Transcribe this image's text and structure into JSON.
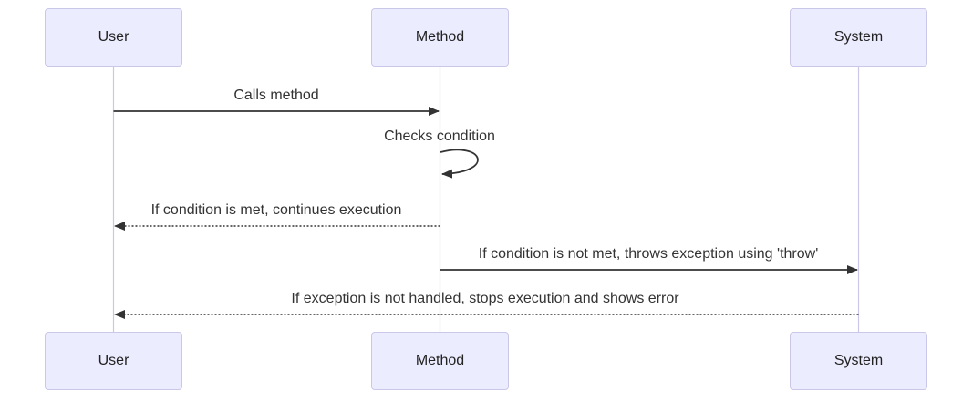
{
  "diagram": {
    "type": "sequence-diagram",
    "actors": [
      {
        "id": "user",
        "label": "User"
      },
      {
        "id": "method",
        "label": "Method"
      },
      {
        "id": "system",
        "label": "System"
      }
    ],
    "messages": [
      {
        "from": "user",
        "to": "method",
        "style": "solid-arrow",
        "label": "Calls method"
      },
      {
        "from": "method",
        "to": "method",
        "style": "self-loop",
        "label": "Checks condition"
      },
      {
        "from": "method",
        "to": "user",
        "style": "dashed-arrow",
        "label": "If condition is met, continues execution"
      },
      {
        "from": "method",
        "to": "system",
        "style": "solid-arrow",
        "label": "If condition is not met, throws exception using 'throw'"
      },
      {
        "from": "system",
        "to": "user",
        "style": "dashed-arrow",
        "label": "If exception is not handled, stops execution and shows error"
      }
    ],
    "colors": {
      "actor_fill": "#ECECFF",
      "actor_border": "#CBC7E8",
      "lifeline": "#CBC7E8",
      "arrow": "#333333",
      "text": "#333333",
      "background": "#FFFFFF"
    }
  }
}
